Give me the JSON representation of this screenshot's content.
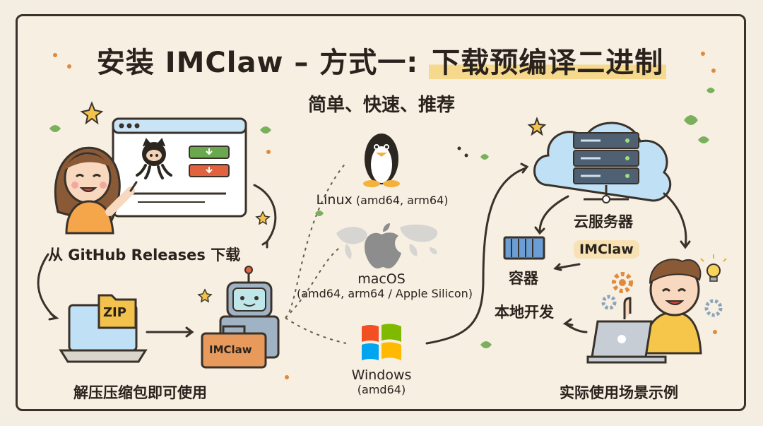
{
  "title": {
    "main": "安装 IMClaw – 方式一: ",
    "highlight": "下载预编译二进制"
  },
  "subtitle": "简单、快速、推荐",
  "steps": {
    "download": "从 GitHub Releases 下载",
    "unzip": "解压压缩包即可使用",
    "zip_label": "ZIP",
    "toolbox_label": "IMClaw"
  },
  "platforms": {
    "linux": {
      "name": "Linux",
      "arch": "(amd64, arm64)"
    },
    "macos": {
      "name": "macOS",
      "arch": "(amd64, arm64 / Apple Silicon)"
    },
    "windows": {
      "name": "Windows",
      "arch": "(amd64)"
    }
  },
  "scenarios": {
    "cloud": "云服务器",
    "container": "容器",
    "local": "本地开发",
    "badge": "IMClaw",
    "caption": "实际使用场景示例"
  },
  "colors": {
    "background": "#f6efe2",
    "highlight": "#f6d98c",
    "badge": "#f8e2b5",
    "cloud": "#bfe0f5",
    "server": "#4f6072",
    "accent_green": "#6aa84f",
    "accent_red": "#e0623f",
    "toolbox": "#e89a5c"
  }
}
